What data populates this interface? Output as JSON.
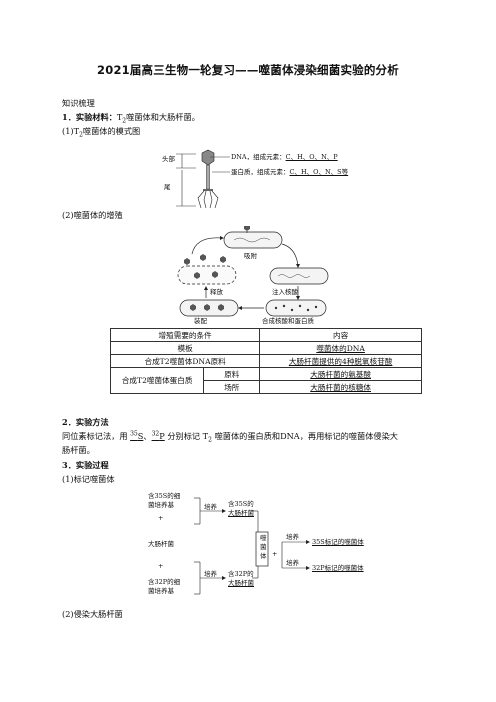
{
  "title": "2021届高三生物一轮复习——噬菌体浸染细菌实验的分析",
  "section_header": "知识梳理",
  "s1": {
    "heading": "1．实验材料：",
    "text_a": "T",
    "sub_a": "2",
    "text_b": "噬菌体和大肠杆菌。",
    "sub1_pre": "(1)T",
    "sub1_sub": "2",
    "sub1_post": "噬菌体的模式图",
    "phage_head_label": "头部",
    "phage_tail_label": "尾",
    "dna_label": "DNA，组成元素：",
    "dna_elements": "C、H、O、N、P",
    "protein_label": "蛋白质，组成元素：",
    "protein_elements": "C、H、O、N、S等",
    "sub2": "(2)噬菌体的增殖",
    "cycle": {
      "adsorb": "吸附",
      "inject": "注入核酸",
      "release": "释放",
      "assemble": "装配",
      "synthesize": "合成核酸和蛋白质"
    }
  },
  "table": {
    "headers": [
      "增殖需要的条件",
      "内容"
    ],
    "rows": [
      [
        "模板",
        "噬菌体的DNA"
      ],
      [
        "合成T2噬菌体DNA原料",
        "大肠杆菌提供的4种脱氧核苷酸"
      ]
    ],
    "merged_label": "合成T2噬菌体蛋白质",
    "merged_rows": [
      [
        "原料",
        "大肠杆菌的氨基酸"
      ],
      [
        "场所",
        "大肠杆菌的核糖体"
      ]
    ]
  },
  "s2": {
    "heading": "2．实验方法",
    "line1_a": "同位素标记法，用 ",
    "s35": "35",
    "s_el": "S",
    "sep": "、",
    "p32": "32",
    "p_el": "P",
    "line1_b": " 分别标记 T",
    "line1_sub": "2",
    "line1_c": " 噬菌体的蛋白质和DNA，再用标记的噬菌体侵染大",
    "line2": "肠杆菌。"
  },
  "s3": {
    "heading": "3．实验过程",
    "sub1": "(1)标记噬菌体",
    "flow": {
      "s_medium_1": "含35S的细",
      "s_medium_2": "菌培养基",
      "plus1": "+",
      "ecoli": "大肠杆菌",
      "plus2": "+",
      "p_medium_1": "含32P的细",
      "p_medium_2": "菌培养基",
      "culture": "培养",
      "s_ecoli_1": "含35S的",
      "s_ecoli_2": "大肠杆菌",
      "p_ecoli_1": "含32P的",
      "p_ecoli_2": "大肠杆菌",
      "plus3": "+",
      "phage": "噬菌体",
      "s_phage": "35S标记的噬菌体",
      "p_phage": "32P标记的噬菌体"
    },
    "sub2": "(2)侵染大肠杆菌"
  }
}
